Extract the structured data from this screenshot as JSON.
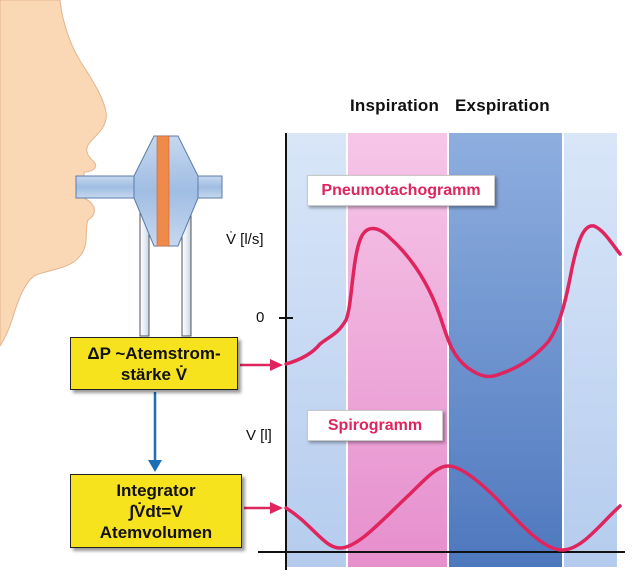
{
  "header": {
    "inspiration": "Inspiration",
    "exspiration": "Exspiration"
  },
  "axes": {
    "flow_label": "V̇ [l/s]",
    "zero_label": "0",
    "volume_label": "V [l]"
  },
  "curves": {
    "pneumo_label": "Pneumotachogramm",
    "spiro_label": "Spirogramm"
  },
  "boxes": {
    "sensor_line1": "ΔP ~Atemstrom-",
    "sensor_line2": "stärke V̇",
    "integrator_line1": "Integrator",
    "integrator_line2": "∫V̇dt=V",
    "integrator_line3": "Atemvolumen"
  },
  "colors": {
    "background_blue": "#c9d9f2",
    "inspiration_pink": "#ee9fd6",
    "exspiration_blue": "#5f86c8",
    "curve": "#e0245e",
    "box_yellow": "#f7e21e",
    "skin": "#fbd8b5",
    "tube_blue": "#a9c3e3",
    "membrane_orange": "#f08a4b",
    "arrow_blue": "#1b6fb5"
  }
}
